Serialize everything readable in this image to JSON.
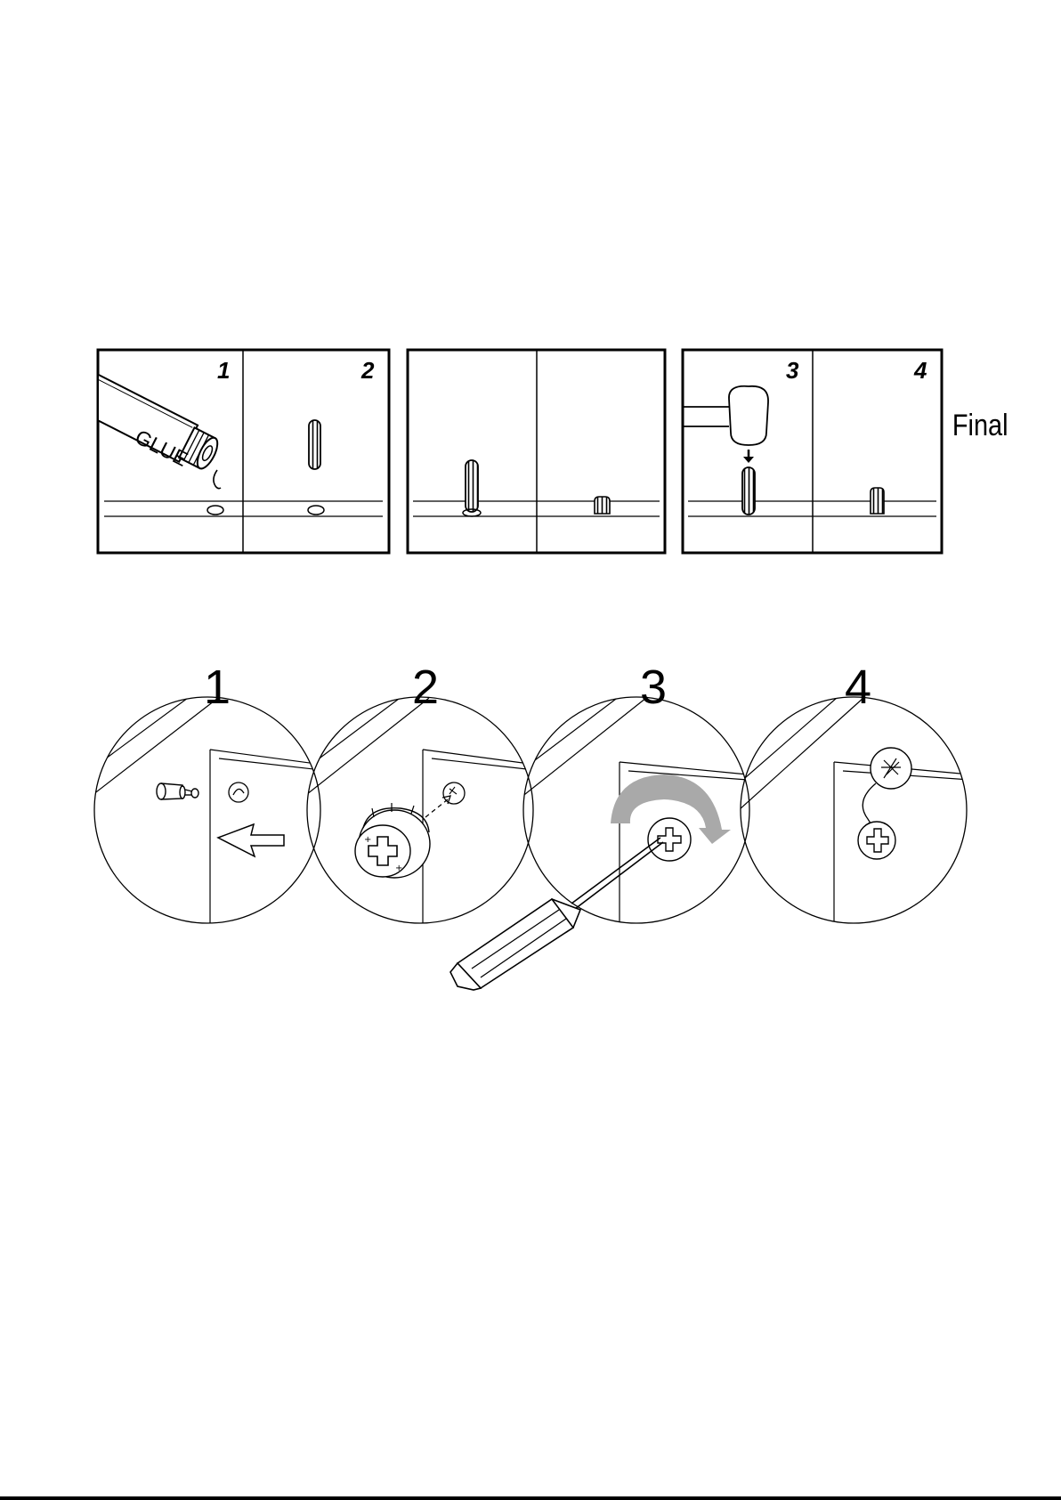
{
  "dowel_steps": {
    "panel_1": "1",
    "panel_2": "2",
    "panel_3": "3",
    "panel_4": "4",
    "glue_label": "GLUE",
    "final_label": "Final"
  },
  "cam_steps": {
    "step_1": "1",
    "step_2": "2",
    "step_3": "3",
    "step_4": "4"
  },
  "colors": {
    "line": "#000000",
    "rotation_arrow": "#a9a9a9",
    "background": "#ffffff"
  }
}
